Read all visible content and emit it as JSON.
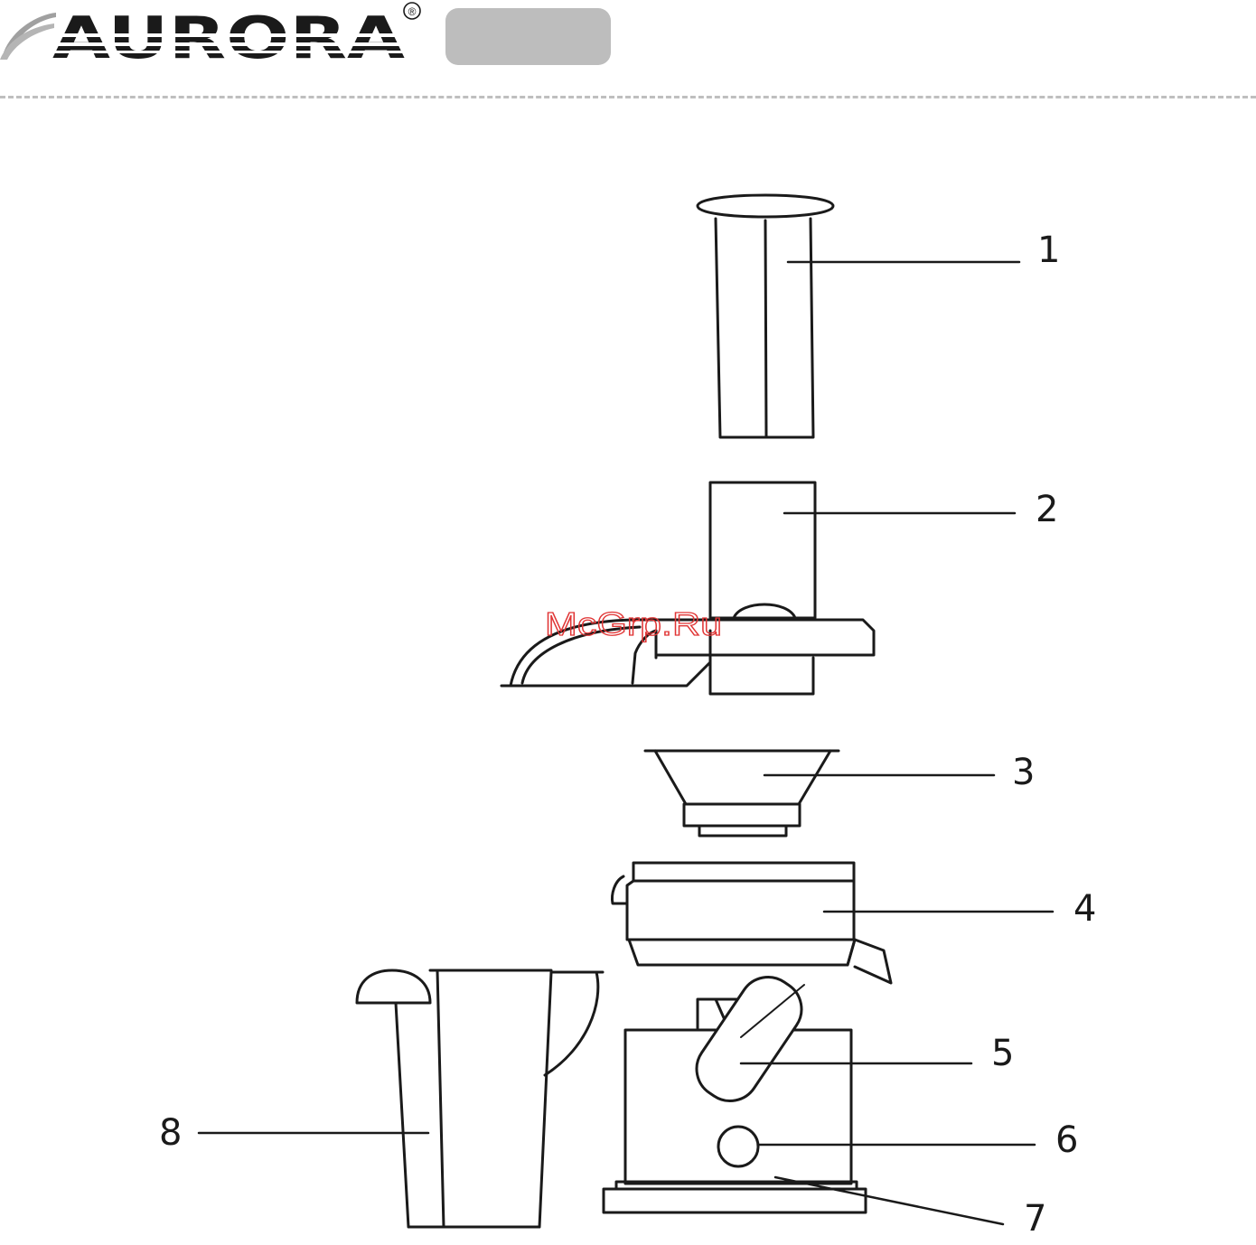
{
  "header": {
    "brand": "AURORA",
    "registered_mark": "®",
    "colors": {
      "brand_text": "#1a1a1a",
      "swoosh": "#a0a0a0",
      "tag_fill": "#bdbdbd",
      "divider": "#bfbfbf"
    }
  },
  "watermark": {
    "text": "McGrp.Ru",
    "color": "#e03535"
  },
  "callouts": [
    {
      "label": "1"
    },
    {
      "label": "2"
    },
    {
      "label": "3"
    },
    {
      "label": "4"
    },
    {
      "label": "5"
    },
    {
      "label": "6"
    },
    {
      "label": "7"
    },
    {
      "label": "8"
    }
  ],
  "icons": [
    "logo-swoosh-icon",
    "registered-icon"
  ]
}
